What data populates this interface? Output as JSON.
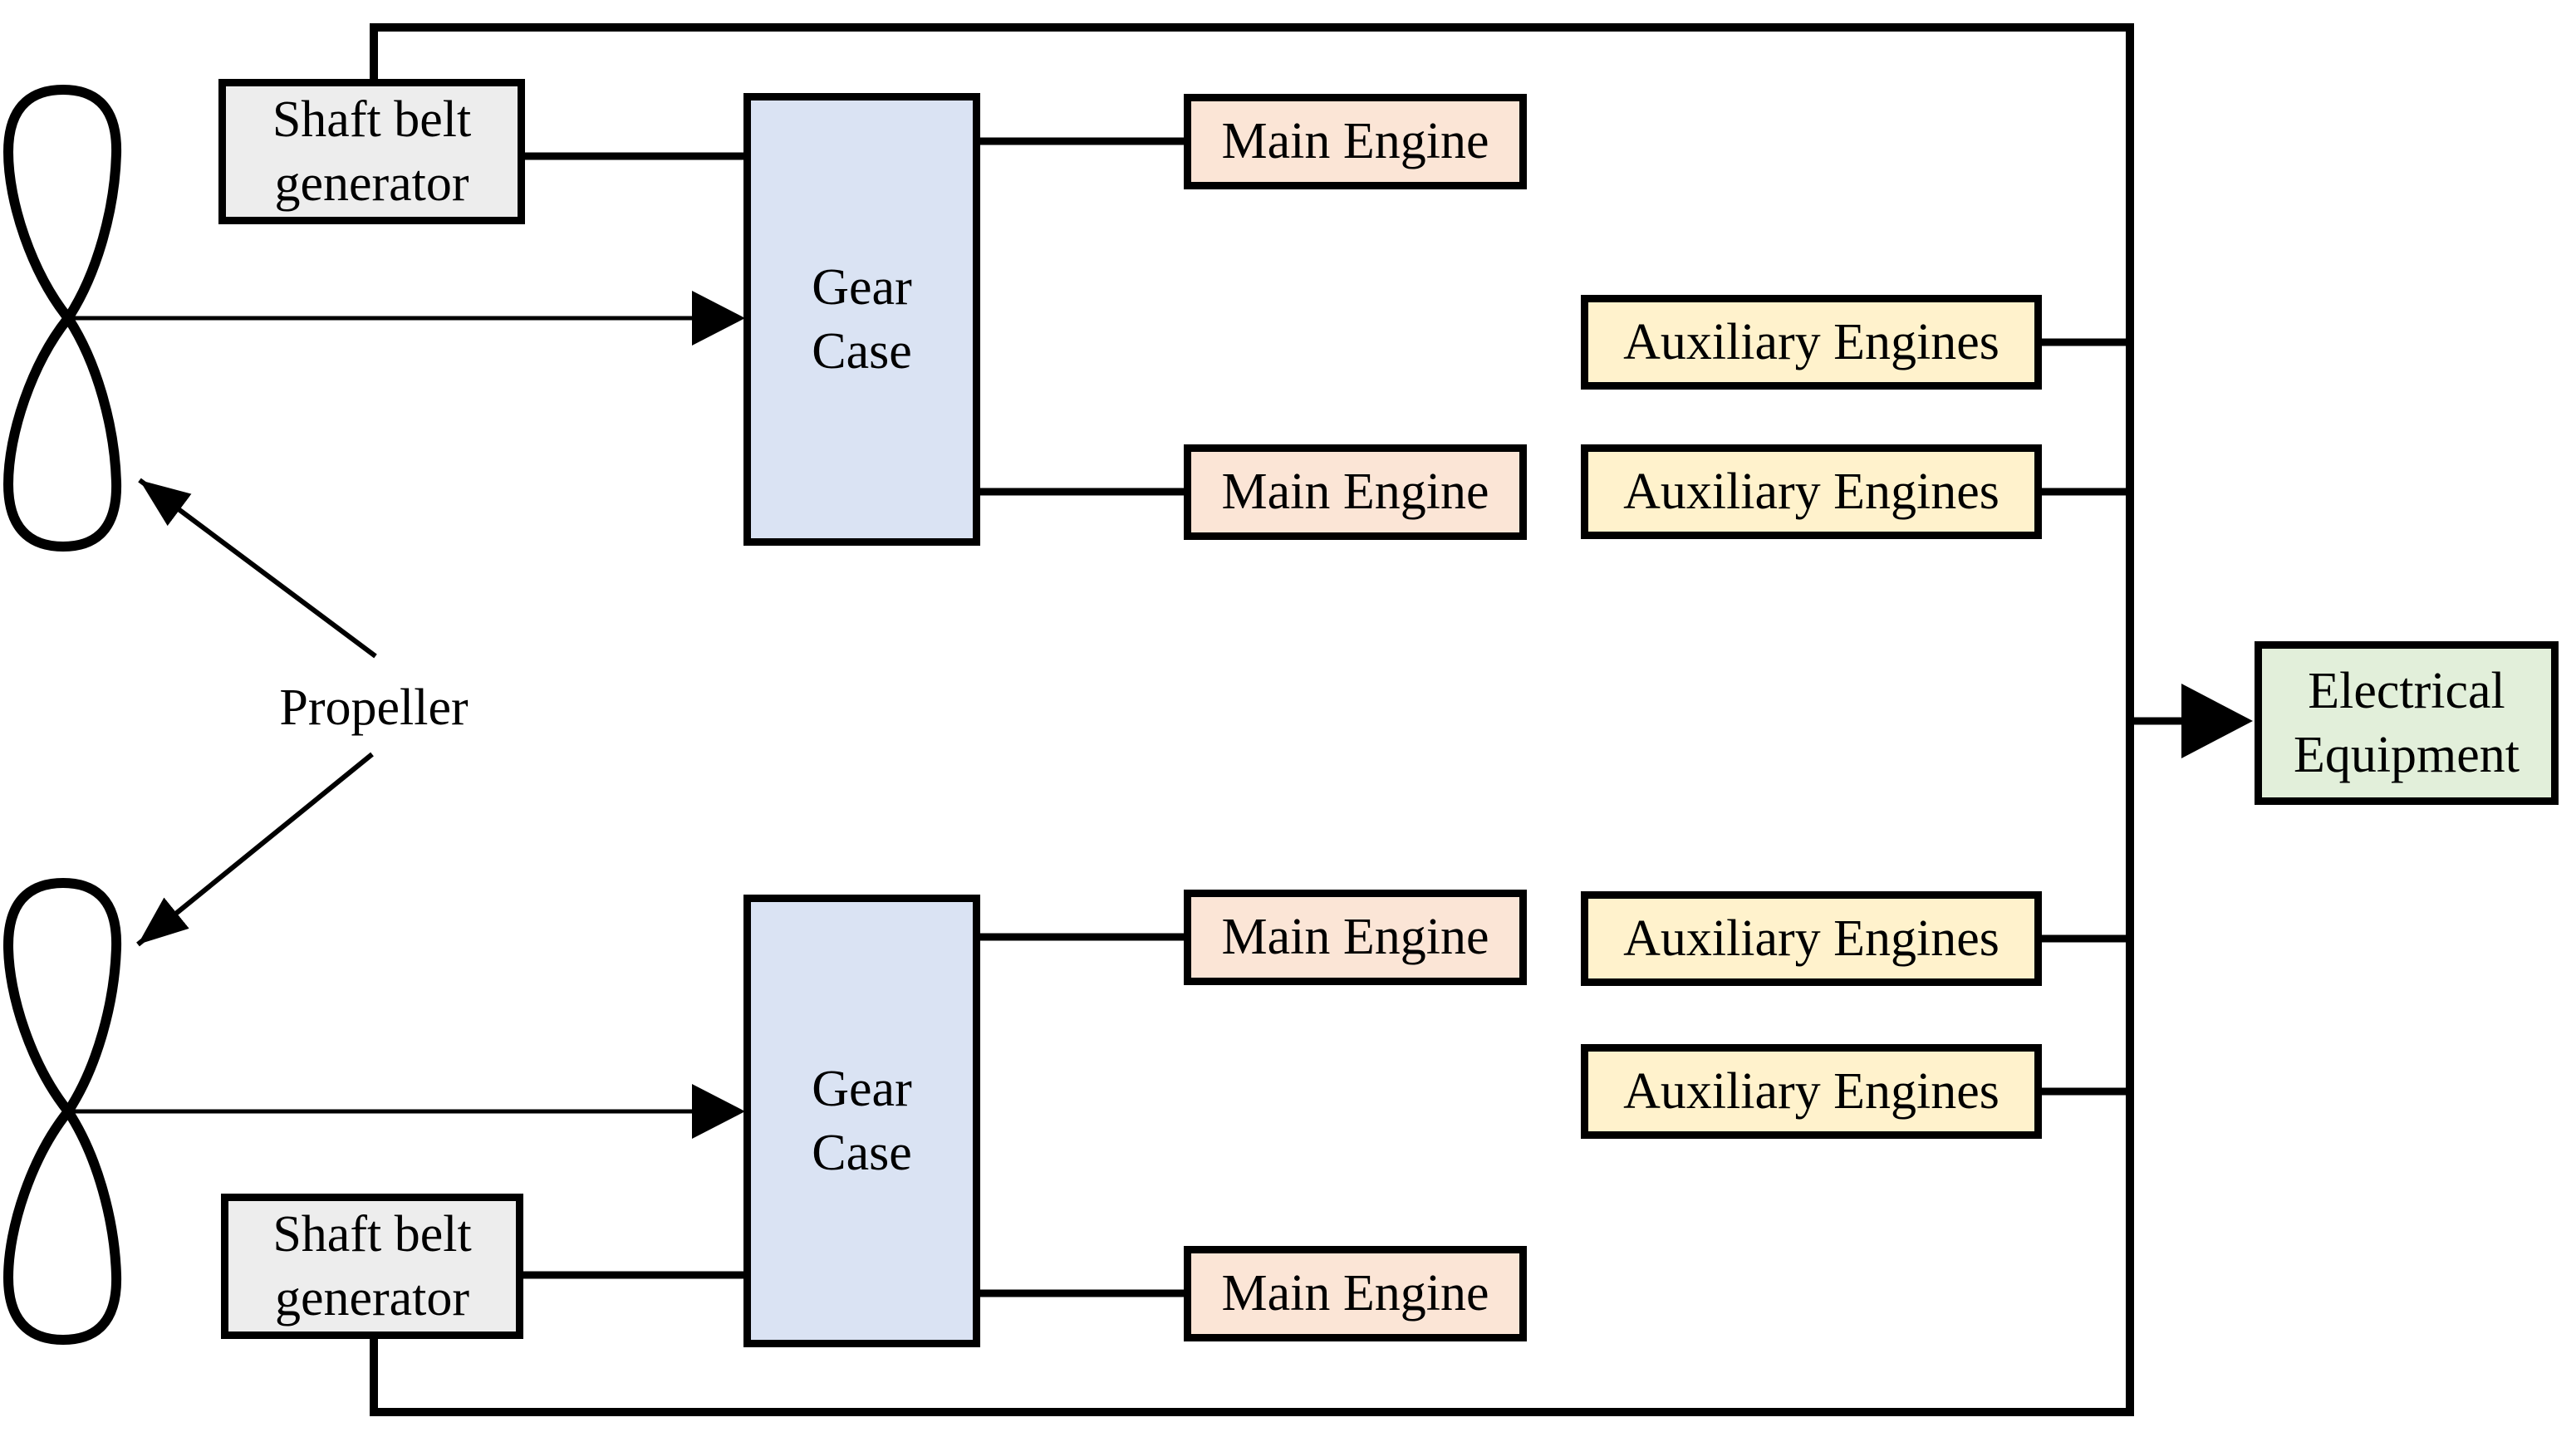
{
  "boxes": {
    "shaft_belt_generator": {
      "lines": [
        "Shaft belt",
        "generator"
      ],
      "fill": "#ededed"
    },
    "gear_case": {
      "lines": [
        "Gear",
        "Case"
      ],
      "fill": "#dae3f3"
    },
    "main_engine": {
      "label": "Main Engine",
      "fill": "#fbe5d6"
    },
    "auxiliary_engines": {
      "label": "Auxiliary Engines",
      "fill": "#fff2cc"
    },
    "electrical_equipment": {
      "lines": [
        "Electrical",
        "Equipment"
      ],
      "fill": "#e2efda"
    }
  },
  "annotations": {
    "propeller_label": "Propeller"
  },
  "colors": {
    "line": "#000000",
    "background": "#ffffff",
    "generator_fill": "#ededed",
    "gear_case_fill": "#dae3f3",
    "main_engine_fill": "#fbe5d6",
    "auxiliary_engines_fill": "#fff2cc",
    "electrical_equipment_fill": "#e2efda"
  },
  "connections": [
    {
      "from": "propeller-top",
      "to": "gear-case-top",
      "type": "arrow"
    },
    {
      "from": "propeller-bottom",
      "to": "gear-case-bottom",
      "type": "arrow"
    },
    {
      "from": "shaft-belt-generator-top",
      "to": "gear-case-top",
      "type": "line"
    },
    {
      "from": "shaft-belt-generator-bottom",
      "to": "gear-case-bottom",
      "type": "line"
    },
    {
      "from": "gear-case-top",
      "to": "main-engine-1",
      "type": "line"
    },
    {
      "from": "gear-case-top",
      "to": "main-engine-2",
      "type": "line"
    },
    {
      "from": "gear-case-bottom",
      "to": "main-engine-3",
      "type": "line"
    },
    {
      "from": "gear-case-bottom",
      "to": "main-engine-4",
      "type": "line"
    },
    {
      "from": "auxiliary-engines-1",
      "to": "power-bus",
      "type": "line"
    },
    {
      "from": "auxiliary-engines-2",
      "to": "power-bus",
      "type": "line"
    },
    {
      "from": "auxiliary-engines-3",
      "to": "power-bus",
      "type": "line"
    },
    {
      "from": "auxiliary-engines-4",
      "to": "power-bus",
      "type": "line"
    },
    {
      "from": "shaft-belt-generator-top",
      "to": "power-bus",
      "type": "line"
    },
    {
      "from": "shaft-belt-generator-bottom",
      "to": "power-bus",
      "type": "line"
    },
    {
      "from": "power-bus",
      "to": "electrical-equipment",
      "type": "arrow"
    },
    {
      "from": "propeller-label",
      "to": "propeller-top",
      "type": "arrow"
    },
    {
      "from": "propeller-label",
      "to": "propeller-bottom",
      "type": "arrow"
    }
  ]
}
